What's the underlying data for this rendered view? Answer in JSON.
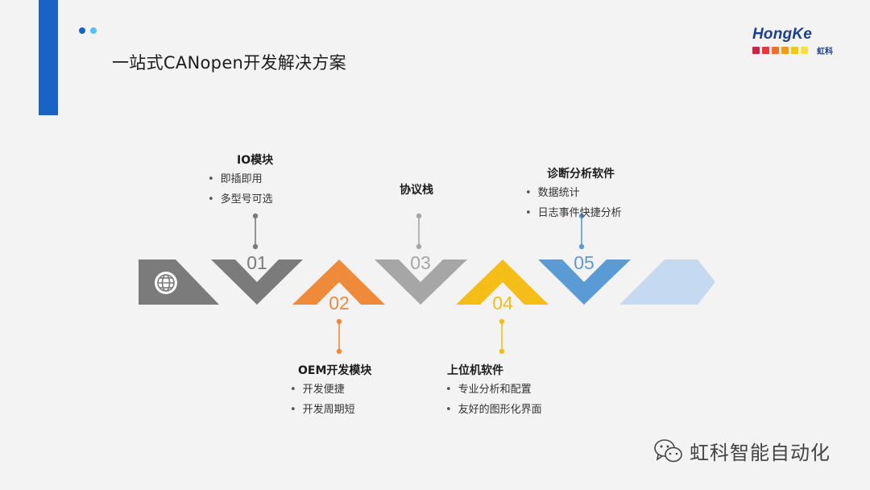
{
  "header": {
    "title": "一站式CANopen开发解决方案",
    "accent_color": "#1a63c5"
  },
  "logo": {
    "text": "HongKe",
    "subtext": "虹科",
    "square_colors": [
      "#d31f46",
      "#e03a3a",
      "#ef6f2e",
      "#f29a1f",
      "#f5c518",
      "#f8e03a"
    ]
  },
  "steps": [
    {
      "number": "01",
      "color": "#7b7b7b",
      "title": "IO模块",
      "bullets": [
        "即插即用",
        "多型号可选"
      ]
    },
    {
      "number": "02",
      "color": "#ef8a3b",
      "title": "OEM开发模块",
      "bullets": [
        "开发便捷",
        "开发周期短"
      ]
    },
    {
      "number": "03",
      "color": "#a6a6a6",
      "title": "协议栈",
      "bullets": []
    },
    {
      "number": "04",
      "color": "#f5bd17",
      "title": "上位机软件",
      "bullets": [
        "专业分析和配置",
        "友好的图形化界面"
      ]
    },
    {
      "number": "05",
      "color": "#5b9bd5",
      "title": "诊断分析软件",
      "bullets": [
        "数据统计",
        "日志事件快捷分析"
      ]
    }
  ],
  "start_block_color": "#7b7b7b",
  "end_arrow_color": "#c5daf1",
  "start_icon": "globe-icon",
  "watermark": {
    "text": "虹科智能自动化",
    "icon": "wechat-icon"
  }
}
